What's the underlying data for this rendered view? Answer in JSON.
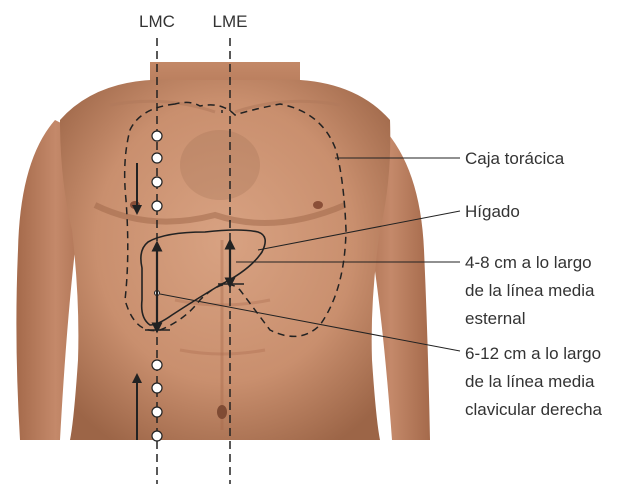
{
  "lines": {
    "lmc": "LMC",
    "lme": "LME"
  },
  "labels": {
    "rib_cage": "Caja torácica",
    "liver": "Hígado",
    "sternal_line1": "4-8 cm a lo largo",
    "sternal_line2": "de la línea media",
    "sternal_line3": "esternal",
    "clavicular_line1": "6-12 cm a lo largo",
    "clavicular_line2": "de la línea media",
    "clavicular_line3": "clavicular derecha"
  },
  "colors": {
    "skin": "#c98f6e",
    "skin_dark": "#a86a4c",
    "skin_light": "#dca787",
    "line": "#222222",
    "text": "#333333"
  }
}
